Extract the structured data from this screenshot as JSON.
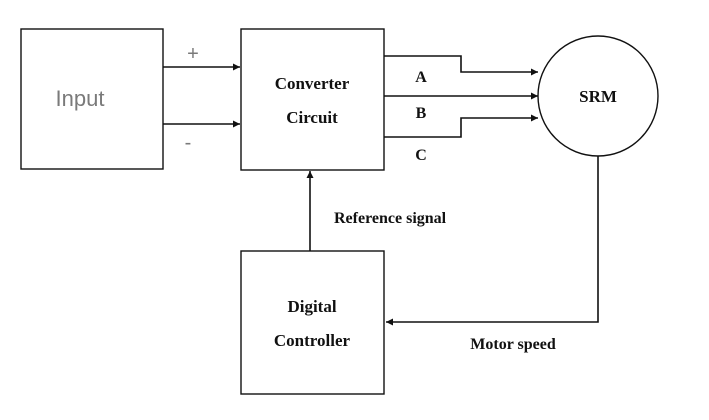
{
  "blocks": {
    "input": {
      "label": "Input"
    },
    "converter": {
      "line1": "Converter",
      "line2": "Circuit"
    },
    "srm": {
      "label": "SRM"
    },
    "controller": {
      "line1": "Digital",
      "line2": "Controller"
    }
  },
  "polarity": {
    "plus": "+",
    "minus": "-"
  },
  "phases": {
    "a": "A",
    "b": "B",
    "c": "C"
  },
  "signals": {
    "reference": "Reference signal",
    "feedback": "Motor speed"
  },
  "colors": {
    "line": "#111111",
    "input_text": "#7a7a7a"
  }
}
